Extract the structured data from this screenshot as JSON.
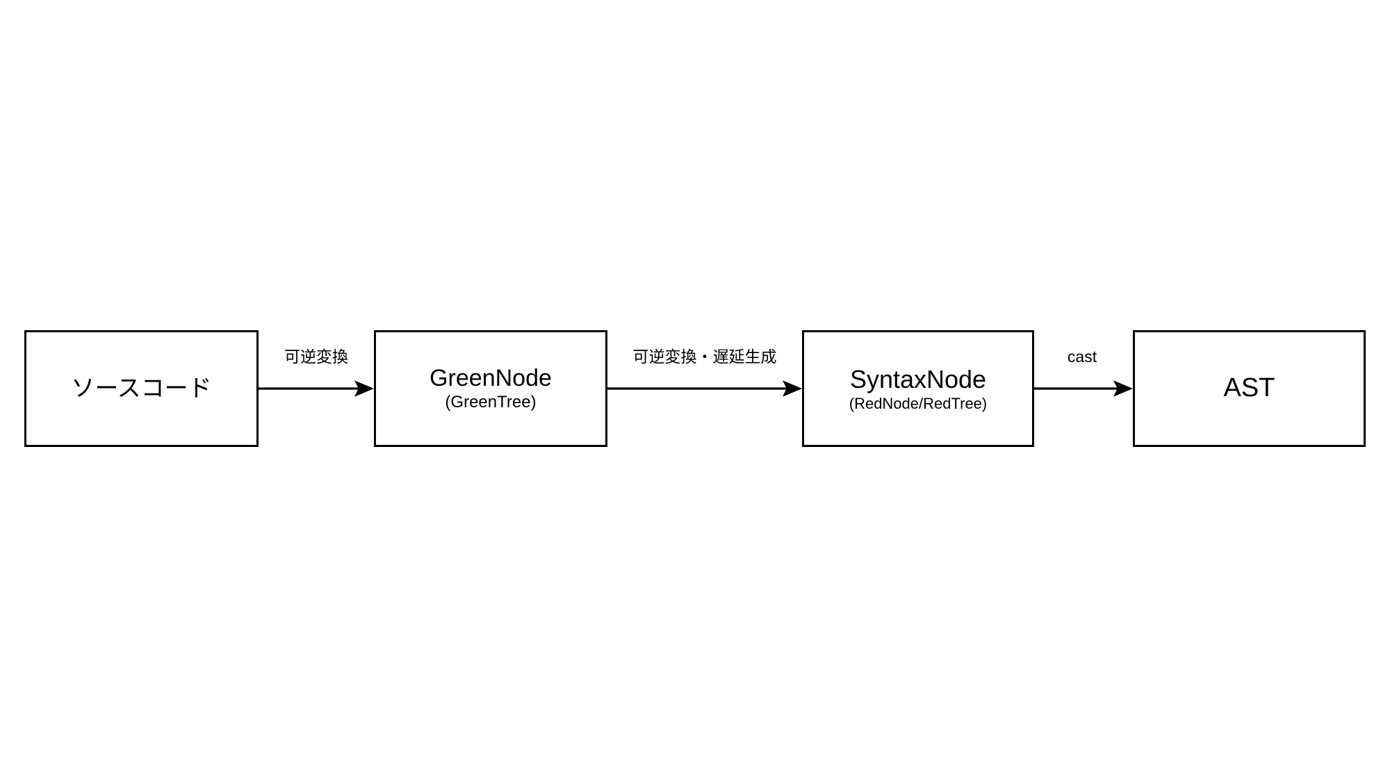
{
  "diagram": {
    "colors": {
      "stroke": "#000000",
      "node_fill": "#ffffff",
      "text": "#000000",
      "background": "#ffffff"
    },
    "nodes": [
      {
        "title": "ソースコード",
        "subtitle": ""
      },
      {
        "title": "GreenNode",
        "subtitle": "(GreenTree)"
      },
      {
        "title": "SyntaxNode",
        "subtitle": "(RedNode/RedTree)"
      },
      {
        "title": "AST",
        "subtitle": ""
      }
    ],
    "edges": [
      {
        "label": "可逆変換",
        "from": "ソースコード",
        "to": "GreenNode"
      },
      {
        "label": "可逆変換・遅延生成",
        "from": "GreenNode",
        "to": "SyntaxNode"
      },
      {
        "label": "cast",
        "from": "SyntaxNode",
        "to": "AST"
      }
    ]
  }
}
